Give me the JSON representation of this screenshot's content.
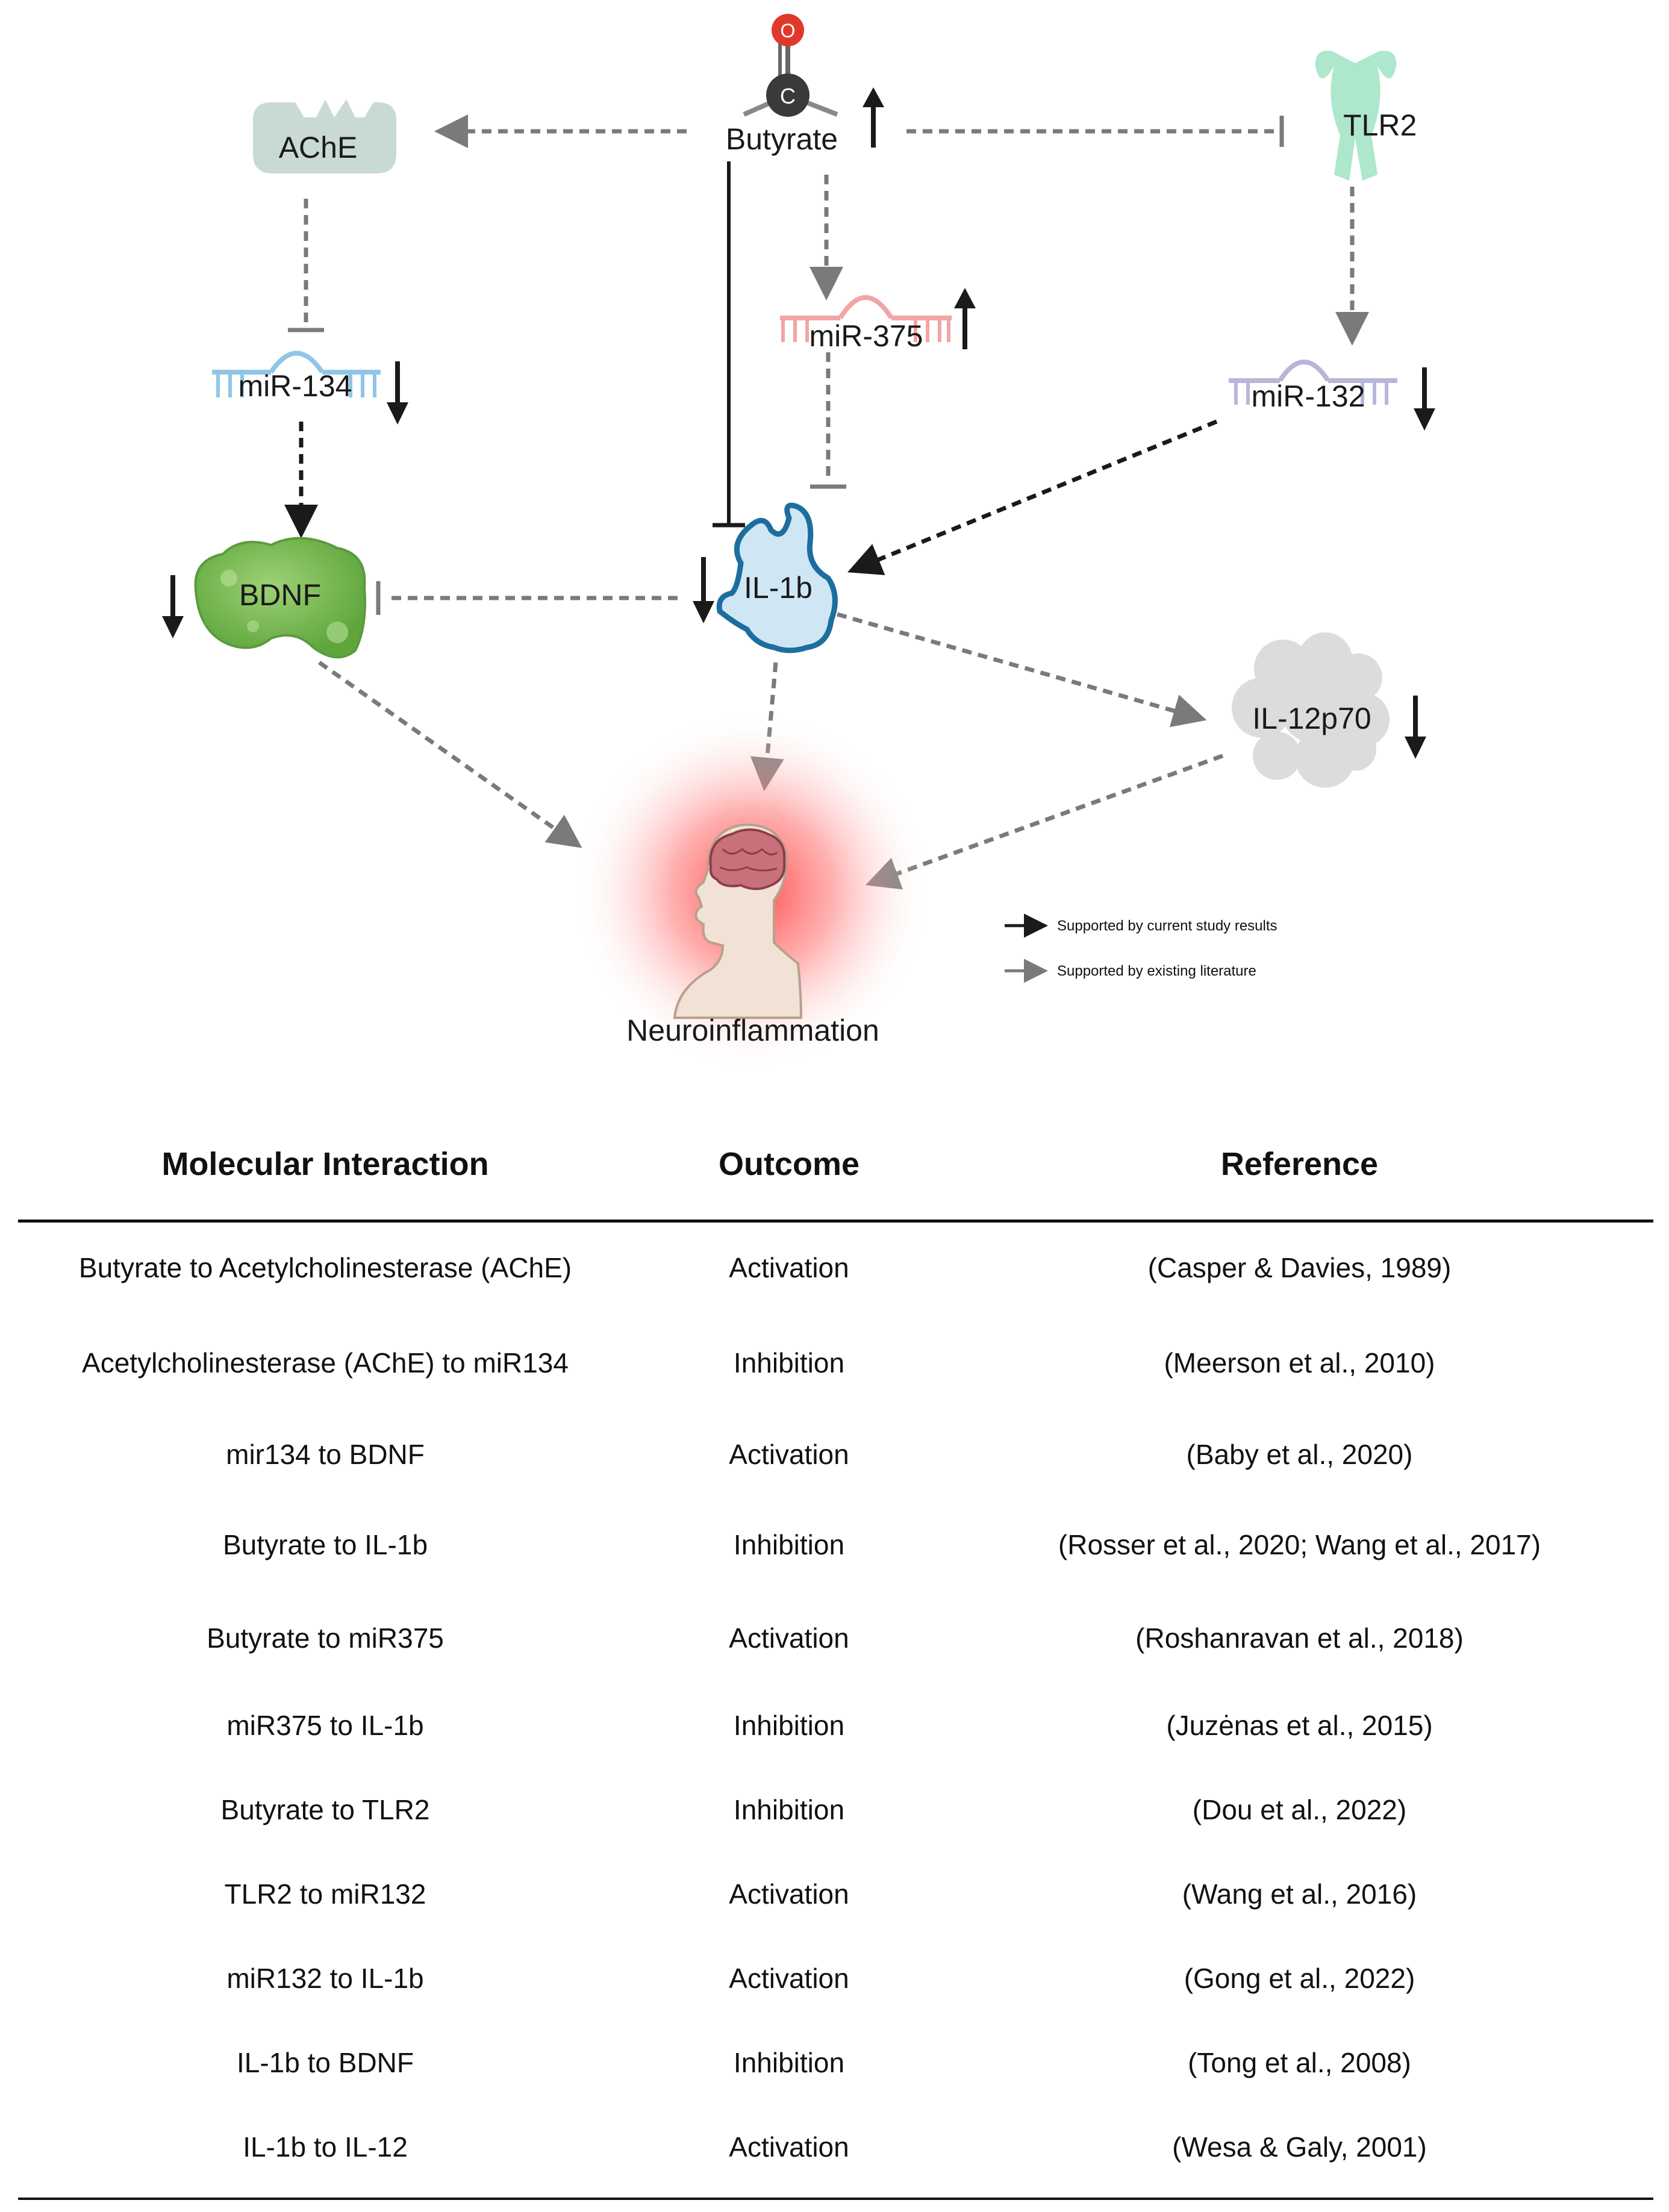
{
  "diagram": {
    "nodes": {
      "ache": "AChE",
      "butyrate": "Butyrate",
      "butyrate_atoms": {
        "oxygen": "O",
        "carbon": "C"
      },
      "tlr2": "TLR2",
      "mir134": "miR-134",
      "mir375": "miR-375",
      "mir132": "miR-132",
      "bdnf": "BDNF",
      "il1b": "IL-1b",
      "il12p70": "IL-12p70",
      "neuroinflammation": "Neuroinflammation"
    },
    "legend": {
      "current": "Supported by current study results",
      "literature": "Supported by existing literature"
    },
    "colors": {
      "ache": "#c9d9d4",
      "tlr2": "#9fe3c3",
      "mir134": "#8fc6e8",
      "mir375": "#f2a5a5",
      "mir132": "#b6b7d8",
      "bdnf": "#7cbf55",
      "il1b": "#cfe6f5",
      "il1b_outline": "#1c6e9e",
      "il12": "#d9d9d9",
      "glow": "#ff5050",
      "evidence_current": "#1a1a1a",
      "evidence_literature": "#7a7a7a"
    },
    "trends": {
      "butyrate": "up",
      "mir375": "up",
      "mir134": "down",
      "mir132": "down",
      "bdnf": "down",
      "il1b": "down",
      "il12p70": "down"
    }
  },
  "table": {
    "headers": [
      "Molecular Interaction",
      "Outcome",
      "Reference"
    ],
    "rows": [
      [
        "Butyrate to Acetylcholinesterase (AChE)",
        "Activation",
        "(Casper & Davies, 1989)"
      ],
      [
        "Acetylcholinesterase (AChE) to miR134",
        "Inhibition",
        "(Meerson et al., 2010)"
      ],
      [
        "mir134 to BDNF",
        "Activation",
        "(Baby et al., 2020)"
      ],
      [
        "Butyrate to IL-1b",
        "Inhibition",
        "(Rosser et al., 2020; Wang et al., 2017)"
      ],
      [
        "Butyrate to miR375",
        "Activation",
        "(Roshanravan et al., 2018)"
      ],
      [
        "miR375 to IL-1b",
        "Inhibition",
        "(Juzėnas et al., 2015)"
      ],
      [
        "Butyrate to TLR2",
        "Inhibition",
        "(Dou et al., 2022)"
      ],
      [
        "TLR2 to miR132",
        "Activation",
        "(Wang et al., 2016)"
      ],
      [
        "miR132 to IL-1b",
        "Activation",
        "(Gong et al., 2022)"
      ],
      [
        "IL-1b to BDNF",
        "Inhibition",
        "(Tong et al., 2008)"
      ],
      [
        "IL-1b to IL-12",
        "Activation",
        "(Wesa & Galy, 2001)"
      ]
    ]
  }
}
